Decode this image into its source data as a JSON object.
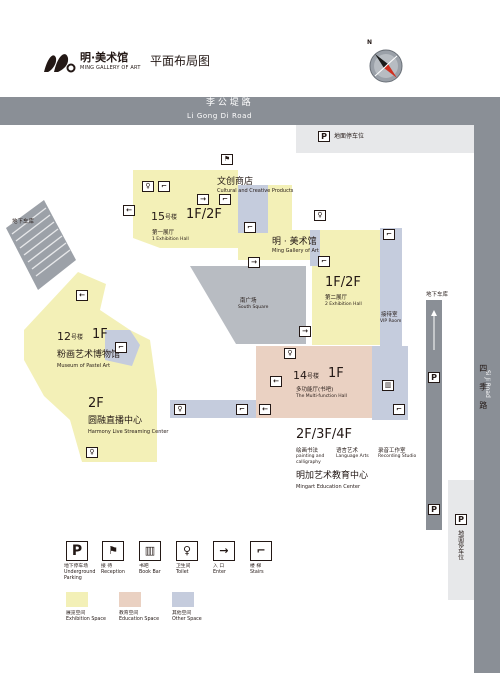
{
  "header": {
    "logo_text_cn": "明·美术馆",
    "logo_text_en": "MING GALLERY OF ART",
    "title": "平面布局图"
  },
  "compass": {
    "north": "N"
  },
  "roads": {
    "ligongdi_cn": "李 公 堤 路",
    "ligongdi_en": "Li Gong Di Road",
    "siji_cn": "四 季 路",
    "siji_en": "Si Ji Road"
  },
  "parking": {
    "top_label": "地面停车位",
    "right_label": "地面停车位",
    "underground_left": "地下车库",
    "underground_right": "地下车库",
    "p": "P"
  },
  "buildings": {
    "b15": {
      "num": "15",
      "hao": "号楼",
      "floors": "1F/2F",
      "hall_cn": "第一展厅",
      "hall_en": "1 Exhibition Hall"
    },
    "shop": {
      "cn": "文创商店",
      "en": "Cultural and Creative Products"
    },
    "ming": {
      "cn": "明 · 美术馆",
      "en": "Ming Gallery of Art"
    },
    "hall2": {
      "floors": "1F/2F",
      "cn": "第二展厅",
      "en": "2 Exhibition Hall"
    },
    "vip": {
      "cn": "接待室",
      "en": "VIP Room"
    },
    "square": {
      "cn": "南广场",
      "en": "South Square"
    },
    "b12": {
      "num": "12",
      "hao": "号楼",
      "floors": "1F",
      "cn": "粉画艺术博物馆",
      "en": "Museum of Pastel Art"
    },
    "harmony": {
      "floors": "2F",
      "cn": "圆融直播中心",
      "en": "Harmony Live Streaming Center"
    },
    "b14": {
      "num": "14",
      "hao": "号楼",
      "floors": "1F",
      "cn": "多功能厅(书吧)",
      "en": "The Multi-function Hall"
    },
    "edu": {
      "floors": "2F/3F/4F",
      "items": [
        {
          "cn": "绘画书法",
          "en1": "painting and",
          "en2": "calligraphy"
        },
        {
          "cn": "语言艺术",
          "en1": "Language Arts",
          "en2": ""
        },
        {
          "cn": "录音工作室",
          "en1": "Recording Studio",
          "en2": ""
        }
      ],
      "center_cn": "明加艺术教育中心",
      "center_en": "Mingart Education Center"
    }
  },
  "legend": {
    "icons": [
      {
        "cn": "地下停车场",
        "en": "Underground Parking"
      },
      {
        "cn": "接 待",
        "en": "Reception"
      },
      {
        "cn": "书吧",
        "en": "Book Bar"
      },
      {
        "cn": "卫生间",
        "en": "Toilet"
      },
      {
        "cn": "入 口",
        "en": "Enter"
      },
      {
        "cn": "楼 梯",
        "en": "Stairs"
      }
    ],
    "spaces": [
      {
        "cn": "展览空间",
        "en": "Exhibition Space",
        "color": "#f3f0b7"
      },
      {
        "cn": "教育空间",
        "en": "Education Space",
        "color": "#ead1c2"
      },
      {
        "cn": "其他空间",
        "en": "Other Space",
        "color": "#c5ccdd"
      }
    ]
  },
  "colors": {
    "road": "#8a8f96",
    "exhibition": "#f3f0b7",
    "education": "#ead1c2",
    "other": "#c5ccdd"
  }
}
